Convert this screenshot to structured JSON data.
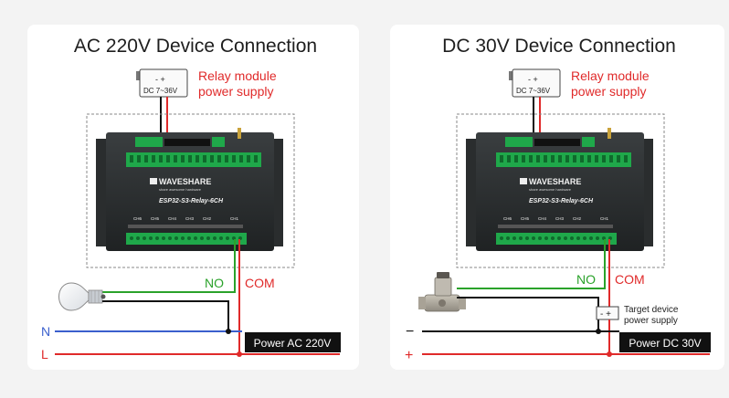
{
  "colors": {
    "red": "#e02a2a",
    "green": "#2aa22a",
    "blue": "#3a5fcd",
    "black": "#111111",
    "module_dark": "#2a2d2e",
    "terminal_green": "#1fa84a"
  },
  "panels": [
    {
      "title": "AC 220V Device Connection",
      "psu": {
        "polarity": "- +",
        "voltage": "DC 7~36V"
      },
      "relay_supply_label": {
        "line1": "Relay module",
        "line2": "power supply"
      },
      "module": {
        "brand": "WAVESHARE",
        "tagline": "share awesome hardware",
        "model": "ESP32-S3-Relay-6CH",
        "channels": [
          "CH6",
          "CH5",
          "CH4",
          "CH3",
          "CH2",
          "CH1"
        ]
      },
      "no_label": "NO",
      "com_label": "COM",
      "line_n": "N",
      "line_l": "L",
      "power_label": "Power AC 220V",
      "load_icon": "light-bulb-icon"
    },
    {
      "title": "DC 30V Device Connection",
      "psu": {
        "polarity": "- +",
        "voltage": "DC 7~36V"
      },
      "relay_supply_label": {
        "line1": "Relay module",
        "line2": "power supply"
      },
      "module": {
        "brand": "WAVESHARE",
        "tagline": "share awesome hardware",
        "model": "ESP32-S3-Relay-6CH",
        "channels": [
          "CH6",
          "CH5",
          "CH4",
          "CH3",
          "CH2",
          "CH1"
        ]
      },
      "no_label": "NO",
      "com_label": "COM",
      "line_minus": "−",
      "line_plus": "+",
      "target_polarity": "- +",
      "target_label": {
        "line1": "Target device",
        "line2": "power supply"
      },
      "power_label": "Power DC 30V",
      "load_icon": "solenoid-valve-icon"
    }
  ]
}
